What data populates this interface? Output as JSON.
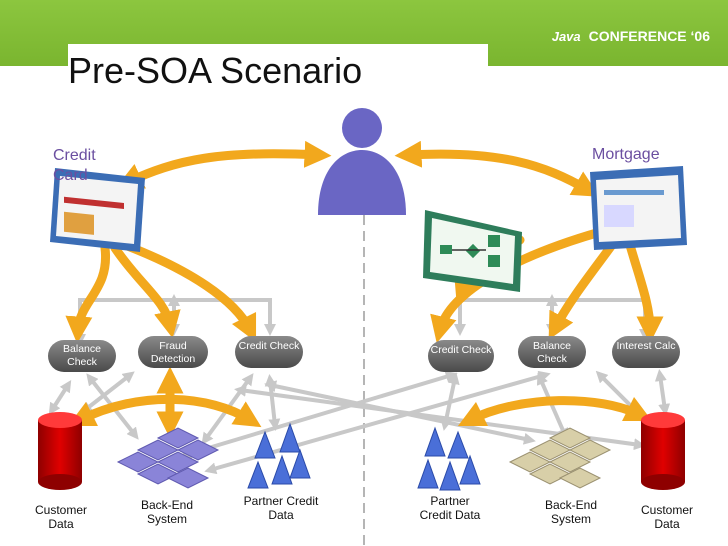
{
  "title": "Pre-SOA Scenario",
  "header_logo": {
    "java": "Java",
    "conference": "CONFERENCE ‘06"
  },
  "left": {
    "app_label": "Credit Card",
    "services": [
      "Balance Check",
      "Fraud Detection",
      "Credit Check"
    ],
    "stores": {
      "customer": "Customer Data",
      "backend": "Back-End System",
      "partner": "Partner Credit Data"
    }
  },
  "right": {
    "app_label": "Mortgage",
    "services": [
      "Credit Check",
      "Balance Check",
      "Interest Calc"
    ],
    "stores": {
      "partner": "Partner Credit Data",
      "backend": "Back-End System",
      "customer": "Customer Data"
    }
  },
  "colors": {
    "accent_green": "#8cc63f",
    "arrow_orange": "#f2a81d",
    "server_gray": "#5e5e5e",
    "purple_text": "#6b4fa0"
  }
}
